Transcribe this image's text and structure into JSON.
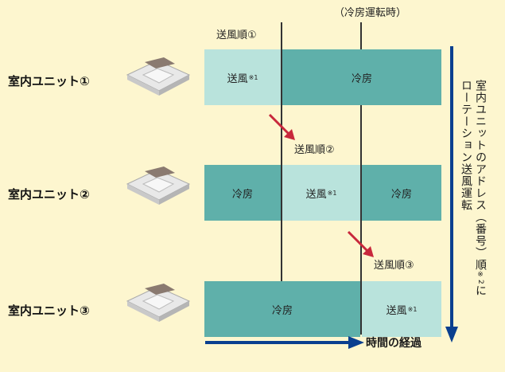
{
  "top_note": "（冷房運転時）",
  "step_labels": [
    "送風順①",
    "送風順②",
    "送風順③"
  ],
  "units": [
    {
      "label": "室内ユニット①"
    },
    {
      "label": "室内ユニット②"
    },
    {
      "label": "室内ユニット③"
    }
  ],
  "modes": {
    "fan": "送風",
    "cool": "冷房",
    "note1": "※1"
  },
  "vertical_text": {
    "line1": "室内ユニットのアドレス（番号）順",
    "note2": "※2",
    "line1_end": "に",
    "line2": "ローテーション送風運転"
  },
  "time_label": "時間の経過",
  "colors": {
    "background": "#fdf6cf",
    "cool": "#5fb0aa",
    "fan": "#b9e3dc",
    "arrow_blue": "#0a3f8f",
    "arrow_red": "#c8283c"
  }
}
